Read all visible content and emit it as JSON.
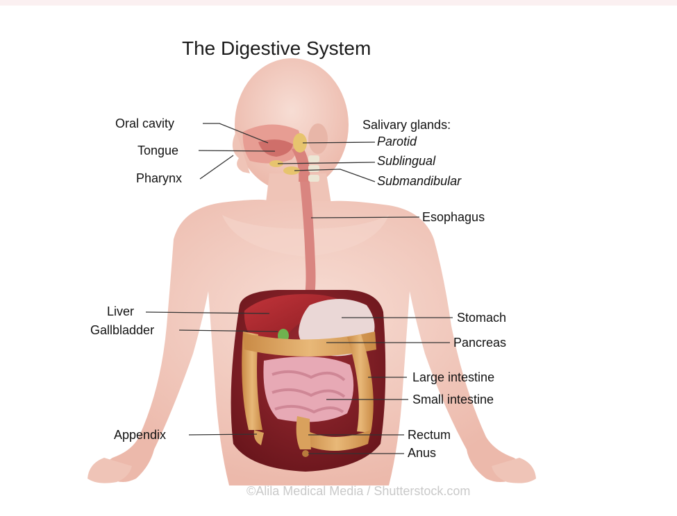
{
  "diagram": {
    "title": "The Digestive System",
    "labels_left": {
      "oral_cavity": "Oral cavity",
      "tongue": "Tongue",
      "pharynx": "Pharynx",
      "liver": "Liver",
      "gallbladder": "Gallbladder",
      "appendix": "Appendix"
    },
    "labels_right": {
      "salivary_glands": "Salivary glands:",
      "parotid": "Parotid",
      "sublingual": "Sublingual",
      "submandibular": "Submandibular",
      "esophagus": "Esophagus",
      "stomach": "Stomach",
      "pancreas": "Pancreas",
      "large_intestine": "Large intestine",
      "small_intestine": "Small intestine",
      "rectum": "Rectum",
      "anus": "Anus"
    },
    "watermark": "©Alila Medical Media / Shutterstock.com",
    "colors": {
      "skin": "#f3cfc4",
      "skin_shadow": "#e4a99b",
      "esophagus": "#d98580",
      "liver": "#a3242a",
      "stomach": "#e9d3d3",
      "colon": "#d9a15d",
      "small_intestine": "#e7a9b5",
      "cavity": "#7d1f26",
      "leader_line": "#333333"
    }
  }
}
